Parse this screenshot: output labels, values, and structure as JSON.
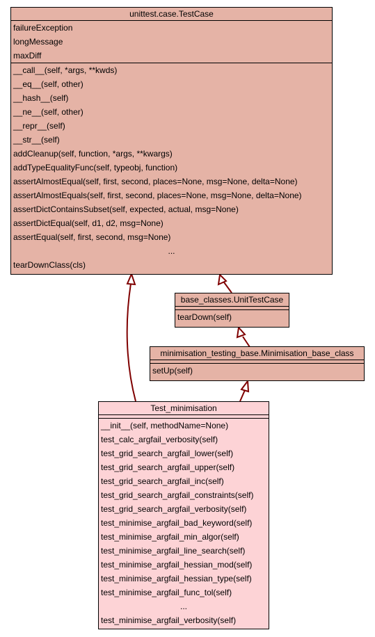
{
  "colors": {
    "dark_fill": "#e5b3a6",
    "light_fill": "#fdd3d6",
    "arrow": "#7f0000"
  },
  "classes": {
    "testcase": {
      "name": "unittest.case.TestCase",
      "attributes": [
        "failureException",
        "longMessage",
        "maxDiff"
      ],
      "methods": [
        "__call__(self, *args, **kwds)",
        "__eq__(self, other)",
        "__hash__(self)",
        "__ne__(self, other)",
        "__repr__(self)",
        "__str__(self)",
        "addCleanup(self, function, *args, **kwargs)",
        "addTypeEqualityFunc(self, typeobj, function)",
        "assertAlmostEqual(self, first, second, places=None, msg=None, delta=None)",
        "assertAlmostEquals(self, first, second, places=None, msg=None, delta=None)",
        "assertDictContainsSubset(self, expected, actual, msg=None)",
        "assertDictEqual(self, d1, d2, msg=None)",
        "assertEqual(self, first, second, msg=None)",
        "...",
        "tearDownClass(cls)"
      ]
    },
    "unittestcase": {
      "name": "base_classes.UnitTestCase",
      "methods": [
        "tearDown(self)"
      ]
    },
    "minbase": {
      "name": "minimisation_testing_base.Minimisation_base_class",
      "methods": [
        "setUp(self)"
      ]
    },
    "testmin": {
      "name": "Test_minimisation",
      "methods": [
        "__init__(self, methodName=None)",
        "test_calc_argfail_verbosity(self)",
        "test_grid_search_argfail_lower(self)",
        "test_grid_search_argfail_upper(self)",
        "test_grid_search_argfail_inc(self)",
        "test_grid_search_argfail_constraints(self)",
        "test_grid_search_argfail_verbosity(self)",
        "test_minimise_argfail_bad_keyword(self)",
        "test_minimise_argfail_min_algor(self)",
        "test_minimise_argfail_line_search(self)",
        "test_minimise_argfail_hessian_mod(self)",
        "test_minimise_argfail_hessian_type(self)",
        "test_minimise_argfail_func_tol(self)",
        "...",
        "test_minimise_argfail_verbosity(self)"
      ]
    }
  }
}
